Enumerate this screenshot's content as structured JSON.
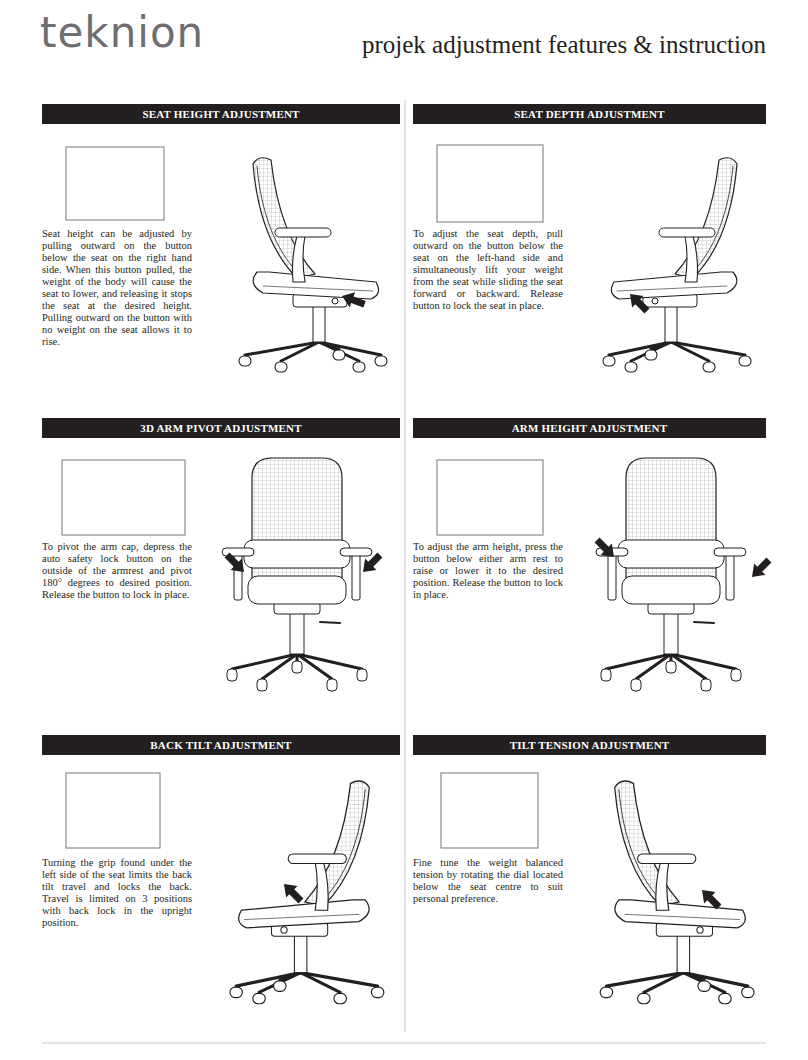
{
  "diagram": {
    "title": "projek adjustment features & instruction",
    "nodes": [
      {
        "text": [
          "SEAT HEIGHT ADJUSTMENT"
        ]
      },
      {
        "text": [
          "SEAT DEPTH ADJUSTMENT"
        ]
      },
      {
        "text": [
          "3D ARM  PIVOT ADJUSTMENT"
        ]
      },
      {
        "text": [
          "ARM HEIGHT ADJUSTMENT"
        ]
      },
      {
        "text": [
          "BACK TILT ADJUSTMENT"
        ]
      },
      {
        "text": [
          "TILT TENSION ADJUSTMENT"
        ]
      }
    ],
    "labels": [
      "teknion",
      "Seat height can be adjusted by pulling outward on the button below the seat on the right hand side. When this button pulled, the weight of the body will cause the seat to lower, and releasing it stops the seat at the desired height. Pulling outward on the button with no weight on the seat allows it to rise.",
      "To adjust the seat depth, pull outward on the button below the seat on the left-hand side and simultaneously lift your weight from the seat while sliding the seat forward or backward. Release button to lock the seat in place.",
      "To pivot the arm cap, depress the auto safety lock button on the outside of the armrest and pivot 180° degrees to desired position. Release the button to lock in place.",
      "To adjust the arm height, press the button below either arm rest to raise or lower it to the desired position. Release the button to lock in place.",
      "Turning the grip found under the left side of the seat limits the back tilt travel and locks the back. Travel is limited on 3 positions with back lock in the upright position.",
      "Fine tune the weight balanced tension by rotating the dial located below the seat centre to suit personal preference."
    ]
  }
}
